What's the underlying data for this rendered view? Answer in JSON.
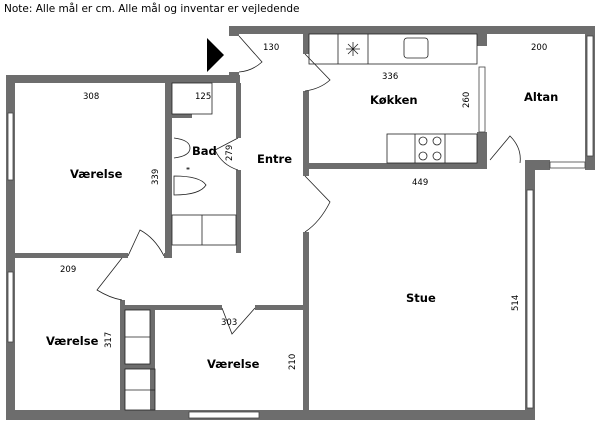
{
  "note": "Note: Alle mål er cm. Alle mål og inventar er vejledende",
  "rooms": {
    "vaerelse_1": "Værelse",
    "bad": "Bad",
    "entre": "Entre",
    "koekken": "Køkken",
    "altan": "Altan",
    "stue": "Stue",
    "vaerelse_2": "Værelse",
    "vaerelse_3": "Værelse"
  },
  "dimensions": {
    "entre_top": "130",
    "vaerelse_1_width": "308",
    "bad_width": "125",
    "vaerelse_1_depth": "339",
    "bad_depth": "279",
    "koekken_width": "336",
    "koekken_depth": "260",
    "altan_width": "200",
    "stue_width": "449",
    "stue_depth": "514",
    "vaerelse_2_width": "209",
    "vaerelse_2_depth": "317",
    "vaerelse_3_width": "303",
    "vaerelse_3_depth": "210"
  }
}
